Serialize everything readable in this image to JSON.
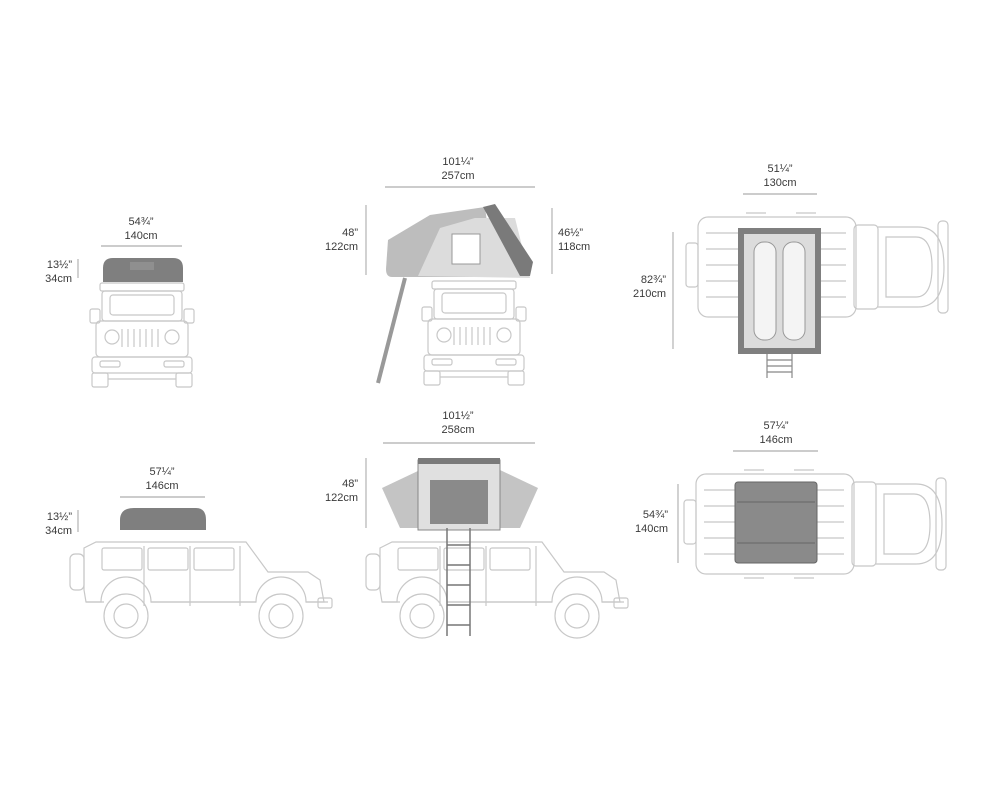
{
  "colors": {
    "vehicle_line": "#c8c8c8",
    "tent_shell": "#8a8a8a",
    "tent_fabric": "#d9d9d9",
    "dimension_line": "#9a9a9a",
    "text": "#3a3a3a"
  },
  "views": [
    {
      "name": "front-closed",
      "width": {
        "in": "54¾”",
        "cm": "140cm"
      },
      "height": {
        "in": "13½”",
        "cm": "34cm"
      }
    },
    {
      "name": "front-open",
      "width": {
        "in": "101¼”",
        "cm": "257cm"
      },
      "height_left": {
        "in": "48”",
        "cm": "122cm"
      },
      "height_right": {
        "in": "46½”",
        "cm": "118cm"
      }
    },
    {
      "name": "top-open",
      "width": {
        "in": "51¼”",
        "cm": "130cm"
      },
      "length": {
        "in": "82¾”",
        "cm": "210cm"
      }
    },
    {
      "name": "side-closed",
      "width": {
        "in": "57¼”",
        "cm": "146cm"
      },
      "height": {
        "in": "13½”",
        "cm": "34cm"
      }
    },
    {
      "name": "side-open",
      "width": {
        "in": "101½”",
        "cm": "258cm"
      },
      "height": {
        "in": "48”",
        "cm": "122cm"
      }
    },
    {
      "name": "top-closed",
      "width": {
        "in": "57¼”",
        "cm": "146cm"
      },
      "length": {
        "in": "54¾”",
        "cm": "140cm"
      }
    }
  ]
}
